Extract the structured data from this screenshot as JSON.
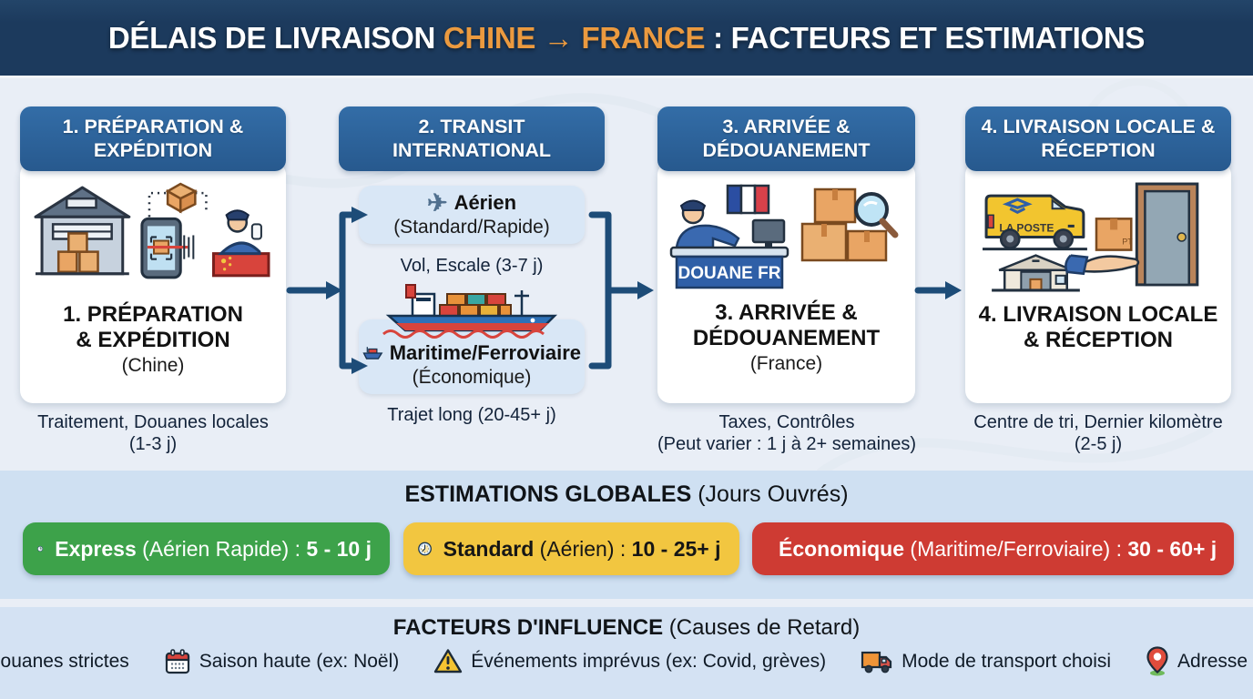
{
  "header": {
    "title_prefix": "DÉLAIS DE LIVRAISON ",
    "title_highlight": "CHINE → FRANCE",
    "title_suffix": " : FACTEURS ET ESTIMATIONS"
  },
  "colors": {
    "header_bg": "#1C3A5D",
    "highlight_orange": "#EB9A3F",
    "step_header_blue": "#2B6399",
    "arrow_navy": "#1D4C78",
    "page_bg": "#E9EEF6",
    "band_bg": "#CFE0F2",
    "express_green": "#3DA24A",
    "standard_yellow": "#F2C640",
    "economy_red": "#CE3B33"
  },
  "steps": [
    {
      "header": "1. PRÉPARATION & EXPÉDITION",
      "title_line1": "1. PRÉPARATION",
      "title_line2": "& EXPÉDITION",
      "subtitle": "(Chine)",
      "caption_line1": "Traitement, Douanes locales",
      "caption_line2": "(1-3 j)",
      "icons": [
        "warehouse-icon",
        "phone-scan-icon",
        "customs-officer-china-icon"
      ]
    },
    {
      "header": "2. TRANSIT INTERNATIONAL",
      "options": [
        {
          "icon": "plane-icon",
          "label": "Aérien",
          "sub": "(Standard/Rapide)",
          "caption": "Vol, Escale (3-7 j)"
        },
        {
          "icon": "boat-icon",
          "label": "Maritime/Ferroviaire",
          "sub": "(Économique)",
          "caption": "Trajet long (20-45+ j)"
        }
      ],
      "icons": [
        "cargo-ship-icon"
      ]
    },
    {
      "header": "3. ARRIVÉE & DÉDOUANEMENT",
      "title_line1": "3. ARRIVÉE &",
      "title_line2": "DÉDOUANEMENT",
      "subtitle": "(France)",
      "desk_label": "DOUANE FR",
      "caption_line1": "Taxes, Contrôles",
      "caption_line2": "(Peut varier : 1 j à 2+ semaines)",
      "icons": [
        "customs-officer-france-icon",
        "france-flag-icon",
        "boxes-magnifier-icon"
      ]
    },
    {
      "header": "4. LIVRAISON LOCALE & RÉCEPTION",
      "title_line1": "4. LIVRAISON LOCALE",
      "title_line2": "& RÉCEPTION",
      "van_label": "LA POSTE",
      "caption_line1": "Centre de tri, Dernier kilomètre",
      "caption_line2": "(2-5 j)",
      "icons": [
        "delivery-van-icon",
        "sorting-center-icon",
        "hand-delivery-door-icon"
      ]
    }
  ],
  "estimations": {
    "title_bold": "ESTIMATIONS GLOBALES",
    "title_normal": " (Jours Ouvrés)",
    "pills": [
      {
        "icon": "clock-icon",
        "name": "Express",
        "detail": " (Aérien Rapide) : ",
        "value": "5 - 10 j",
        "bg": "#3DA24A"
      },
      {
        "icon": "clock-icon",
        "name": "Standard",
        "detail": " (Aérien) : ",
        "value": "10 - 25+ j",
        "bg": "#F2C640"
      },
      {
        "icon": "clock-icon",
        "name": "Économique",
        "detail": " (Maritime/Ferroviaire) : ",
        "value": "30 - 60+ j",
        "bg": "#CE3B33"
      }
    ]
  },
  "factors": {
    "title_bold": "FACTEURS D'INFLUENCE",
    "title_normal": " (Causes de Retard)",
    "items": [
      {
        "icon": "magnifier-icon",
        "label": "Douanes strictes"
      },
      {
        "icon": "calendar-icon",
        "label": "Saison haute (ex: Noël)"
      },
      {
        "icon": "warning-icon",
        "label": "Événements imprévus (ex: Covid, grèves)"
      },
      {
        "icon": "truck-icon",
        "label": "Mode de transport choisi"
      },
      {
        "icon": "pin-icon",
        "label": "Adresse rurale"
      }
    ]
  }
}
